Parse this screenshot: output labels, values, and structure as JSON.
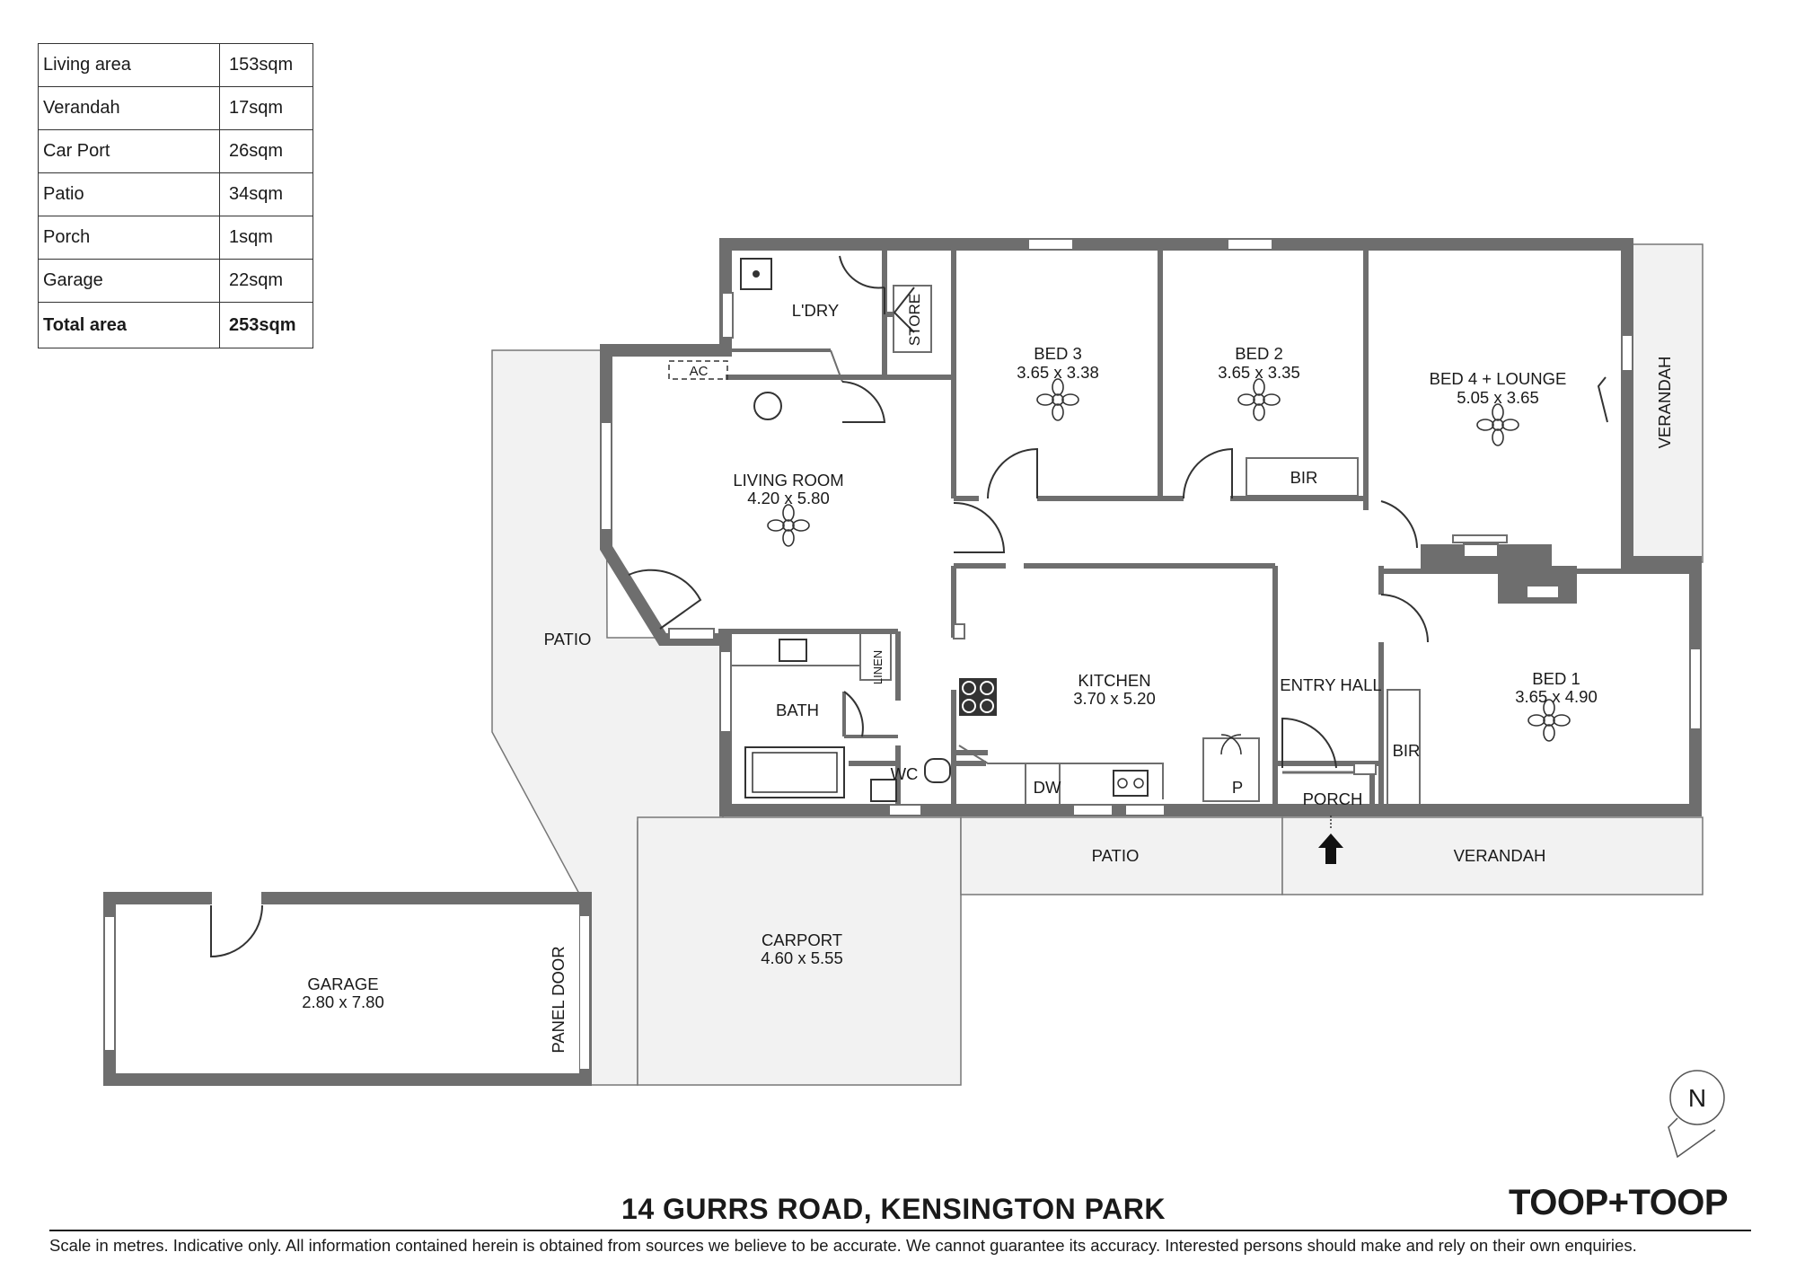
{
  "area_table": [
    {
      "label": "Living area",
      "value": "153sqm"
    },
    {
      "label": "Verandah",
      "value": "17sqm"
    },
    {
      "label": "Car Port",
      "value": "26sqm"
    },
    {
      "label": "Patio",
      "value": "34sqm"
    },
    {
      "label": "Porch",
      "value": "1sqm"
    },
    {
      "label": "Garage",
      "value": "22sqm"
    }
  ],
  "area_total": {
    "label": "Total area",
    "value": "253sqm"
  },
  "rooms": {
    "laundry": {
      "name": "L'DRY"
    },
    "store": {
      "name": "STORE"
    },
    "ac": {
      "name": "AC"
    },
    "bed3": {
      "name": "BED 3",
      "size": "3.65 x 3.38"
    },
    "bed2": {
      "name": "BED 2",
      "size": "3.65 x 3.35"
    },
    "bed4": {
      "name": "BED 4 + LOUNGE",
      "size": "5.05 x 3.65"
    },
    "bir_bed2": {
      "name": "BIR"
    },
    "verandah_side": {
      "name": "VERANDAH"
    },
    "living": {
      "name": "LIVING ROOM",
      "size": "4.20 x 5.80"
    },
    "patio_west": {
      "name": "PATIO"
    },
    "bath": {
      "name": "BATH"
    },
    "linen": {
      "name": "LINEN"
    },
    "wc": {
      "name": "WC"
    },
    "kitchen": {
      "name": "KITCHEN",
      "size": "3.70 x 5.20"
    },
    "dw": {
      "name": "DW"
    },
    "pantry": {
      "name": "P"
    },
    "entry": {
      "name": "ENTRY HALL"
    },
    "porch": {
      "name": "PORCH"
    },
    "bed1": {
      "name": "BED 1",
      "size": "3.65 x 4.90"
    },
    "bir_bed1": {
      "name": "BIR"
    },
    "patio_south": {
      "name": "PATIO"
    },
    "verandah_front": {
      "name": "VERANDAH"
    },
    "carport": {
      "name": "CARPORT",
      "size": "4.60 x 5.55"
    },
    "garage": {
      "name": "GARAGE",
      "size": "2.80 x 7.80"
    },
    "panel_door": {
      "name": "PANEL DOOR"
    }
  },
  "compass": {
    "label": "N",
    "icon": "north-arrow-icon"
  },
  "address": "14 GURRS ROAD, KENSINGTON PARK",
  "brand": "TOOP+TOOP",
  "disclaimer": "Scale in metres. Indicative only. All information contained herein is obtained from sources we believe to be accurate. We cannot guarantee its accuracy. Interested persons should make and rely on their own enquiries.",
  "colors": {
    "wall": "#6e6e6e",
    "outdoor_fill": "#f2f2f2",
    "outline": "#777777",
    "text": "#1a1a1a"
  }
}
